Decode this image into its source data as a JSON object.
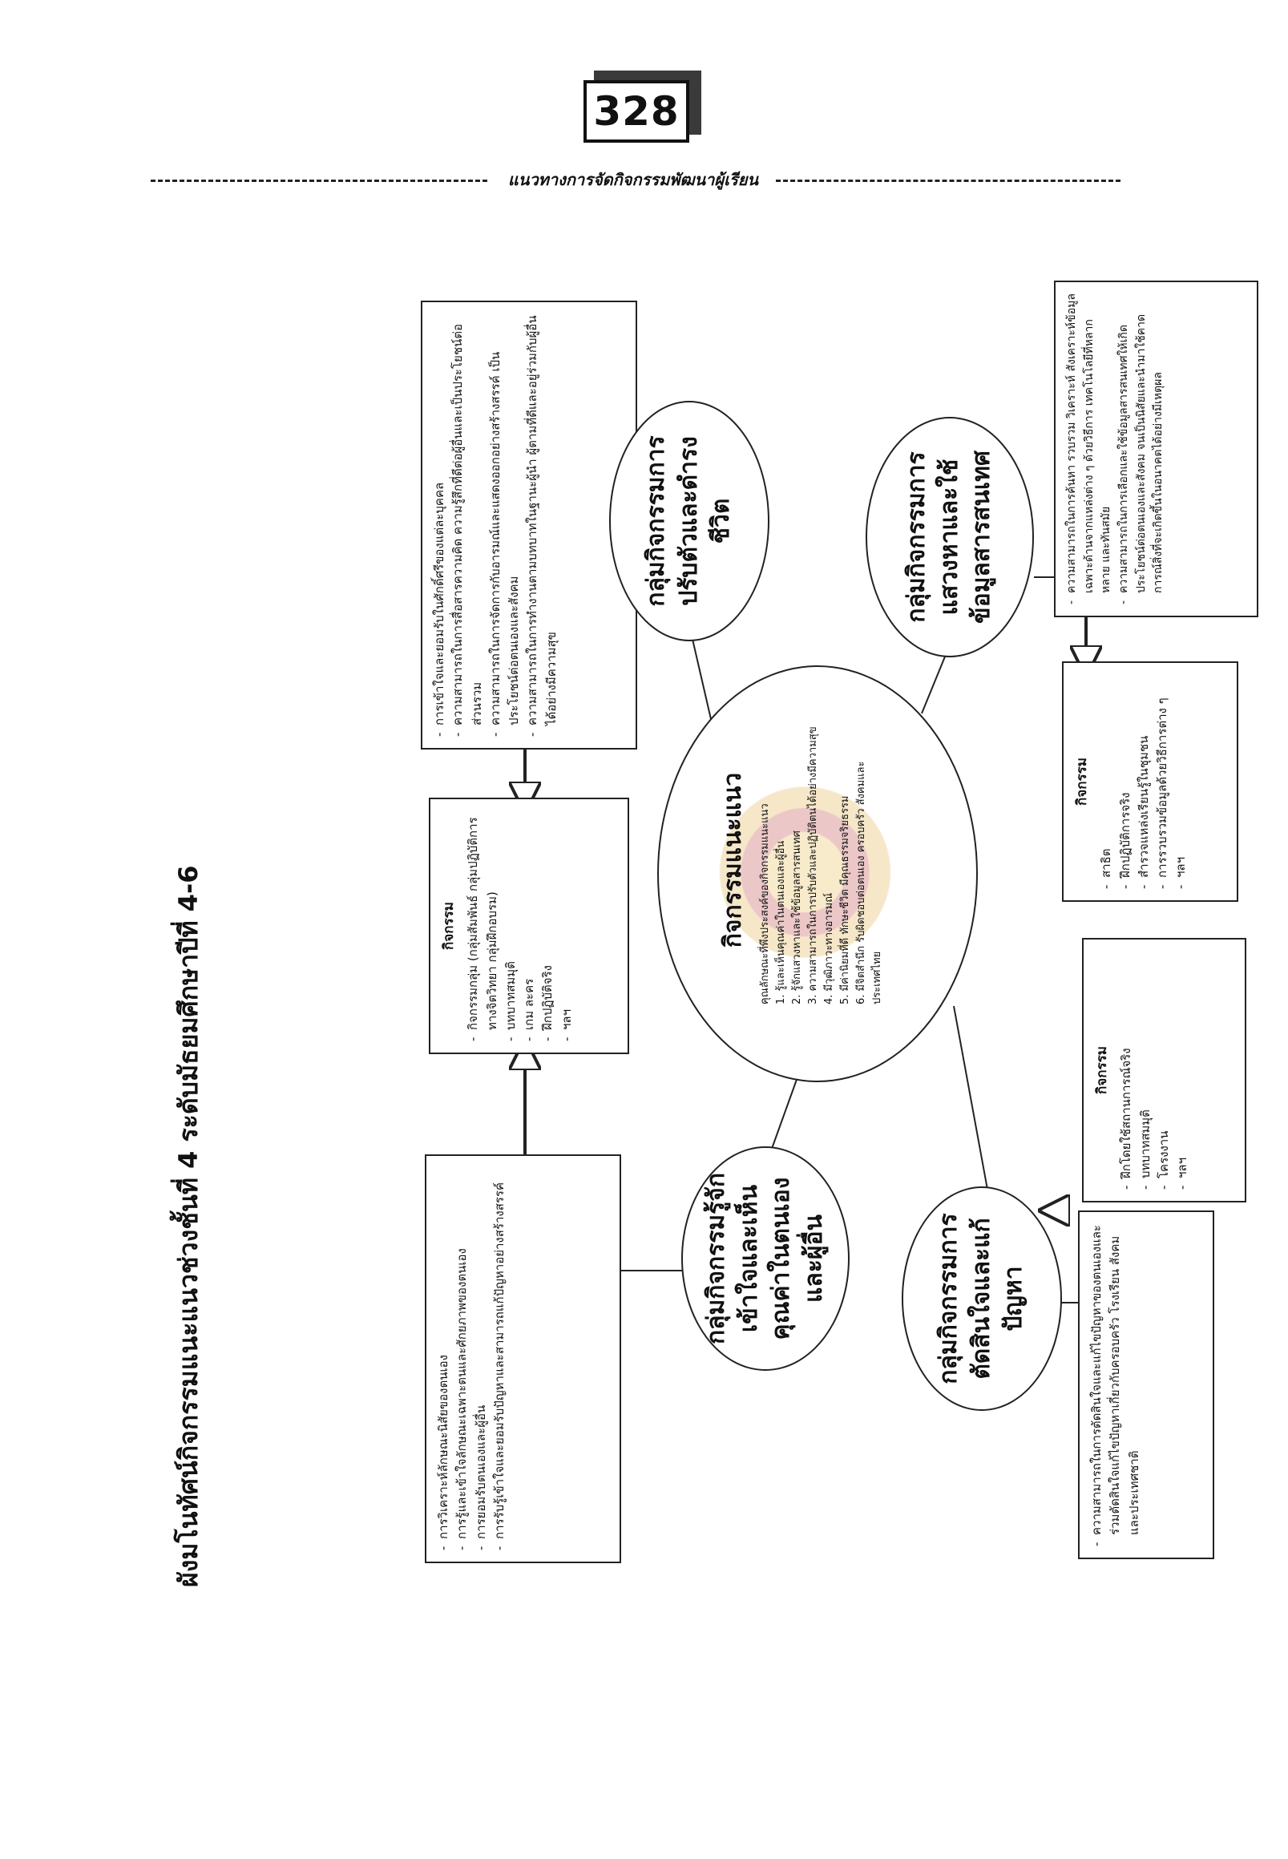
{
  "header": {
    "page_number": "328",
    "running_title": "แนวทางการจัดกิจกรรมพัฒนาผู้เรียน"
  },
  "diagram": {
    "title": "ผังมโนทัศน์กิจกรรมแนะแนวช่วงชั้นที่ 4  ระดับมัธยมศึกษาปีที่ 4-6",
    "center": {
      "title": "กิจกรรมแนะแนว",
      "intro": "คุณลักษณะที่พึงประสงค์ของกิจกรรมแนะแนว",
      "items": [
        "1. รู้และเห็นคุณค่าในตนเองและผู้อื่น",
        "2. รู้จักแสวงหาและใช้ข้อมูลสารสนเทศ",
        "3. ความสามารถในการปรับตัวและปฏิบัติตนได้อย่างมีความสุข",
        "4. มีวุฒิภาวะทางอารมณ์",
        "5. มีค่านิยมที่ดี ทักษะชีวิต มีคุณธรรมจริยธรรม",
        "6. มีจิตสำนึก รับผิดชอบต่อตนเอง ครอบครัว สังคมและประเทศไทย"
      ]
    },
    "groups": {
      "adjust": "กลุ่มกิจกรรมการปรับตัวและดำรงชีวิต",
      "info": "กลุ่มกิจกรรมการแสวงหาและใช้ข้อมูลสารสนเทศ",
      "self": "กลุ่มกิจกรรมรู้จักเข้าใจและเห็นคุณค่าในตนเองและผู้อื่น",
      "decide": "กลุ่มกิจกรรมการตัดสินใจและแก้ปัญหา"
    },
    "objectives": {
      "self": [
        "การวิเคราะห์ลักษณะนิสัยของตนเอง",
        "การรู้และเข้าใจลักษณะเฉพาะตนและศักยภาพของตนเอง",
        "การยอมรับตนเองและผู้อื่น",
        "การรับรู้เข้าใจและยอมรับปัญหาและสามารถแก้ปัญหาอย่างสร้างสรรค์"
      ],
      "adjust": [
        "การเข้าใจและยอมรับในศักดิ์ศรีของแต่ละบุคคล",
        "ความสามารถในการสื่อสารความคิด ความรู้สึกที่ดีต่อผู้อื่นและเป็นประโยชน์ต่อส่วนรวม",
        "ความสามารถในการจัดการกับอารมณ์และแสดงออกอย่างสร้างสรรค์ เป็นประโยชน์ต่อตนเองและสังคม",
        "ความสามารถในการทำงานตามบทบาทในฐานะผู้นำ ผู้ตามที่ดีและอยู่ร่วมกับผู้อื่นได้อย่างมีความสุข"
      ],
      "info": [
        "ความสามารถในการค้นหา รวบรวม วิเคราะห์ สังเคราะห์ข้อมูลเฉพาะด้านจากแหล่งต่าง ๆ ด้วยวิธีการ เทคโนโลยีที่หลากหลาย และทันสมัย",
        "ความสามารถในการเลือกและใช้ข้อมูลสารสนเทศให้เกิดประโยชน์ต่อตนเองและสังคม จนเป็นนิสัยและนำมาใช้คาดการณ์สิ่งที่จะเกิดขึ้นในอนาคตได้อย่างมีเหตุผล"
      ],
      "decide": [
        "ความสามารถในการตัดสินใจและแก้ไขปัญหาของตนเองและร่วมตัดสินใจแก้ไขปัญหาเกี่ยวกับครอบครัว โรงเรียน สังคม และประเทศชาติ"
      ]
    },
    "activities": {
      "adjust": {
        "title": "กิจกรรม",
        "items": [
          "กิจกรรมกลุ่ม (กลุ่มสัมพันธ์ กลุ่มปฏิบัติการทางจิตวิทยา กลุ่มฝึกอบรม)",
          "บทบาทสมมุติ",
          "เกม ละคร",
          "ฝึกปฏิบัติจริง",
          "ฯลฯ"
        ]
      },
      "info": {
        "title": "กิจกรรม",
        "items": [
          "สาธิต",
          "ฝึกปฏิบัติการจริง",
          "สำรวจแหล่งเรียนรู้ในชุมชน",
          "การรวบรวมข้อมูลด้วยวิธีการต่าง ๆ",
          "ฯลฯ"
        ]
      },
      "decide": {
        "title": "กิจกรรม",
        "items": [
          "ฝึกโดยใช้สถานการณ์จริง",
          "บทบาทสมมุติ",
          "โครงงาน",
          "ฯลฯ"
        ]
      }
    }
  }
}
